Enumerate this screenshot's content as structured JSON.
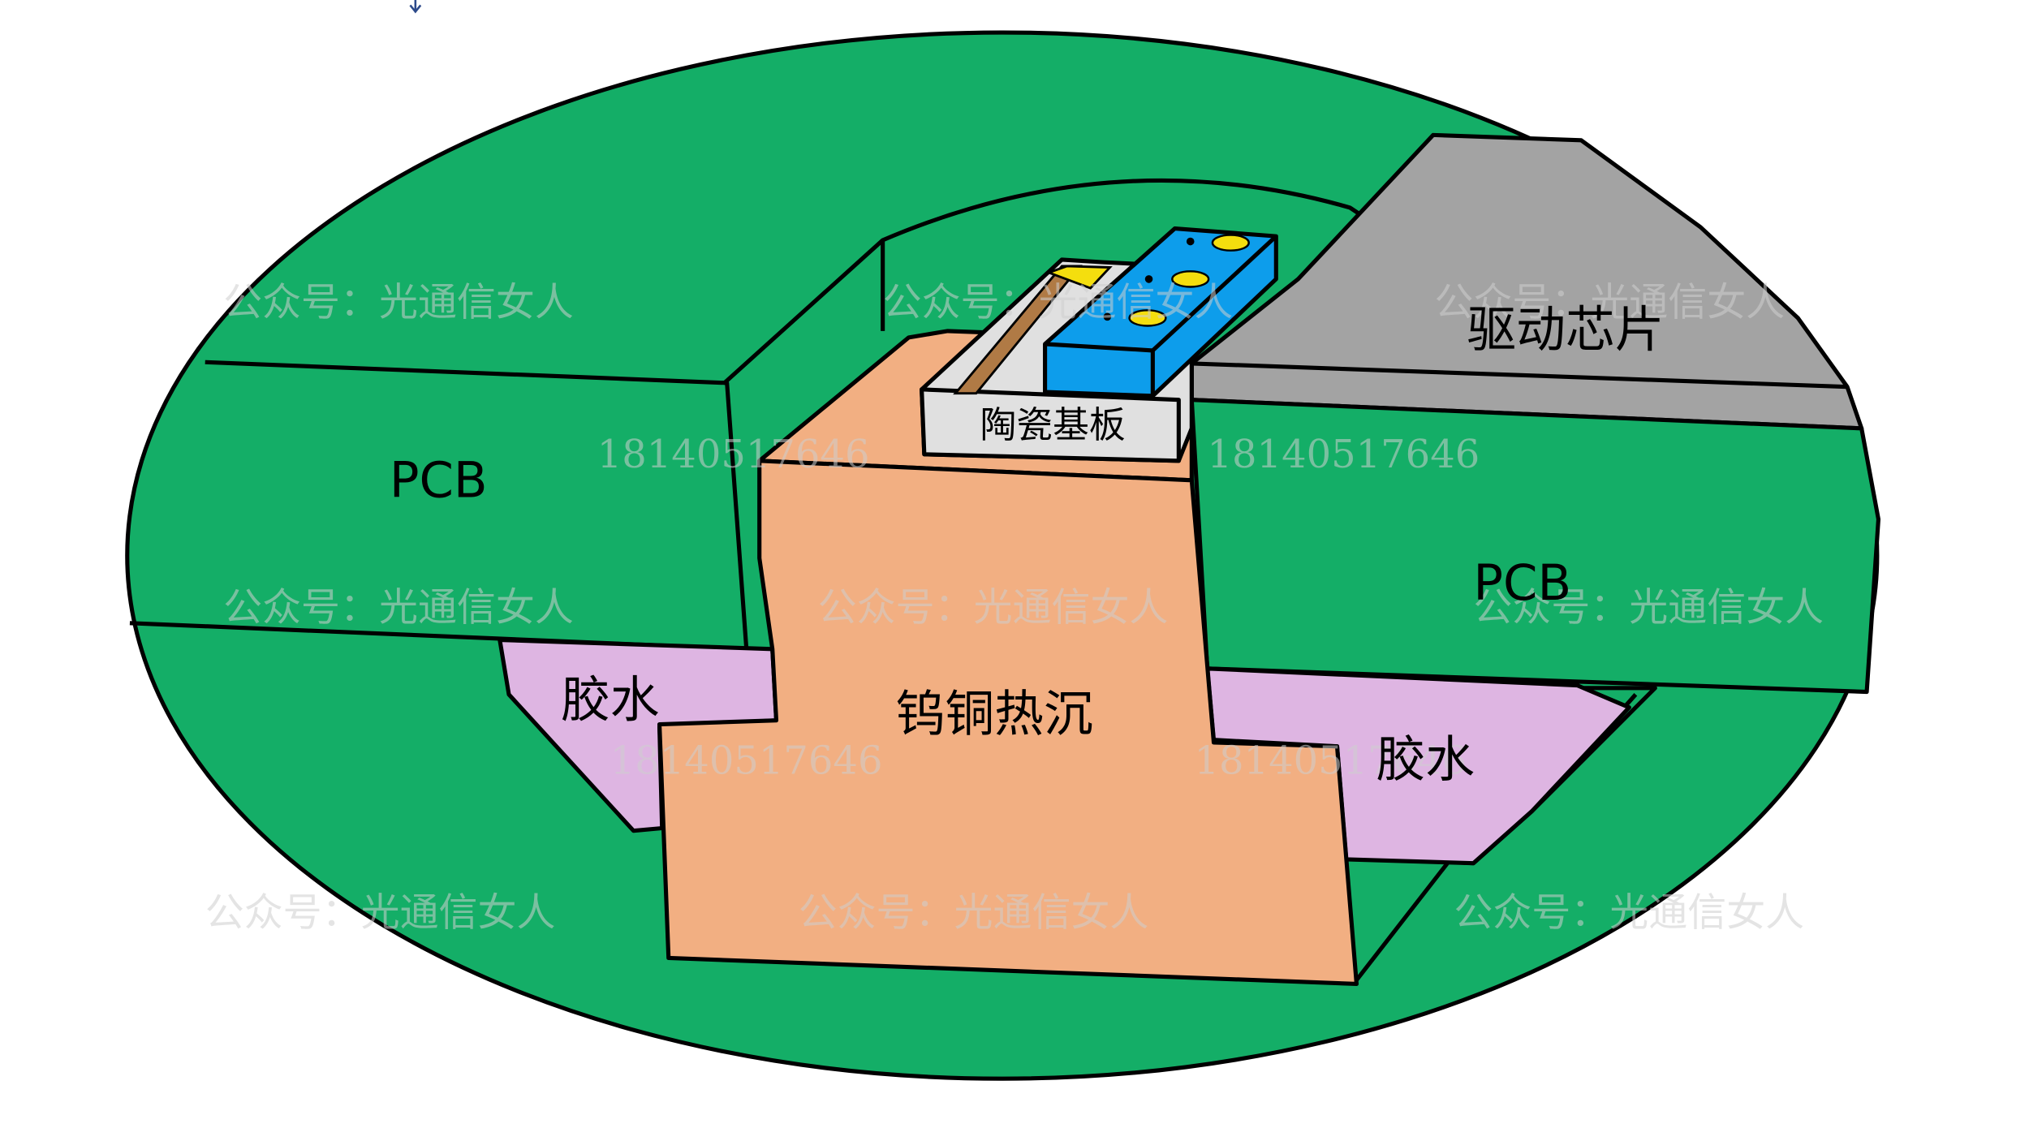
{
  "labels": {
    "pcb_left": "PCB",
    "pcb_right": "PCB",
    "driver_chip": "驱动芯片",
    "ceramic_substrate": "陶瓷基板",
    "heat_sink": "钨铜热沉",
    "glue_left": "胶水",
    "glue_right": "胶水"
  },
  "watermarks": {
    "account": "公众号：光通信女人",
    "phone": "18140517646"
  },
  "colors": {
    "pcb": "#14AE67",
    "driver_chip": "#A3A3A3",
    "heat_sink": "#F2AF82",
    "glue": "#DEB5E2",
    "ceramic": "#E0E0E0",
    "laser_chip": "#0D9DEB",
    "trace": "#B07A45",
    "pad": "#F4DE0E",
    "outline": "#000000"
  }
}
